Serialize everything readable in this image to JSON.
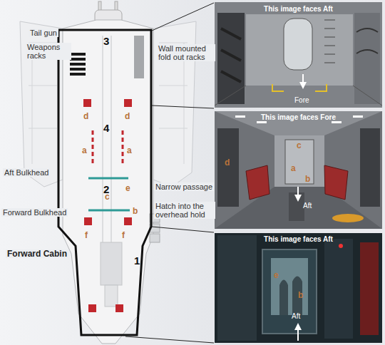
{
  "diagram": {
    "nodes": [
      {
        "text": [
          "This image faces Aft",
          "Fore"
        ]
      },
      {
        "text": [
          "This image faces Fore",
          "Aft"
        ]
      },
      {
        "text": [
          "This image faces Aft",
          "Aft"
        ]
      }
    ],
    "labels": [
      "Tail gun",
      "Weapons racks",
      "Wall mounted fold out racks",
      "Aft Bulkhead",
      "Narrow passage",
      "Forward Bulkhead",
      "Hatch into the overhead hold",
      "Forward Cabin",
      "3",
      "4",
      "2",
      "1",
      "d",
      "d",
      "a",
      "a",
      "c",
      "e",
      "b",
      "f",
      "f",
      "d",
      "a",
      "c",
      "b",
      "e",
      "b"
    ]
  }
}
